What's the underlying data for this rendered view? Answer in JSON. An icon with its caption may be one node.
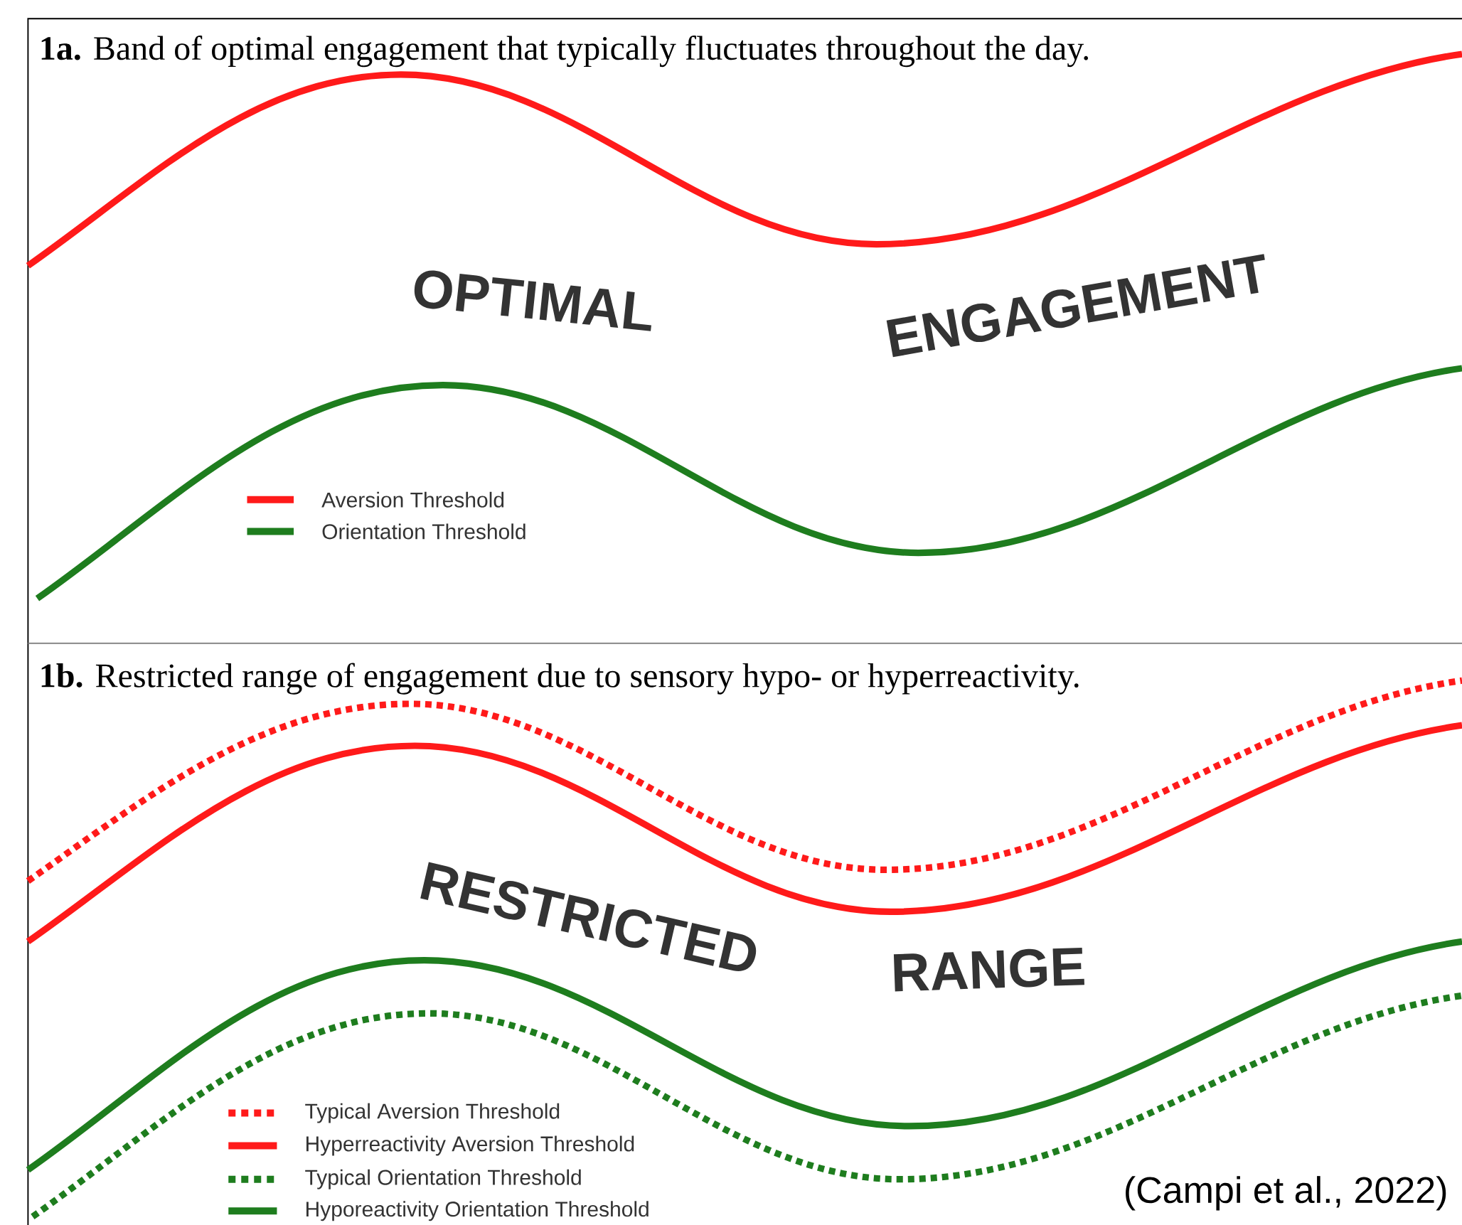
{
  "diagram": {
    "labels": [
      "**1a.** Band of optimal engagement that typically fluctuates throughout the day.",
      "OPTIMAL",
      "ENGAGEMENT",
      "**1b.** Restricted range of engagement due to sensory hypo- or hyperreactivity.",
      "RESTRICTED",
      "RANGE",
      "(Campi et al., 2022)"
    ],
    "legend": [
      {
        "text": "Aversion Threshold"
      },
      {
        "text": "Orientation Threshold"
      },
      {
        "text": "Typical Aversion Threshold"
      },
      {
        "text": "Hyperreactivity Aversion Threshold"
      },
      {
        "text": "Typical Orientation Threshold"
      },
      {
        "text": "Hyporeactivity Orientation Threshold"
      }
    ]
  }
}
